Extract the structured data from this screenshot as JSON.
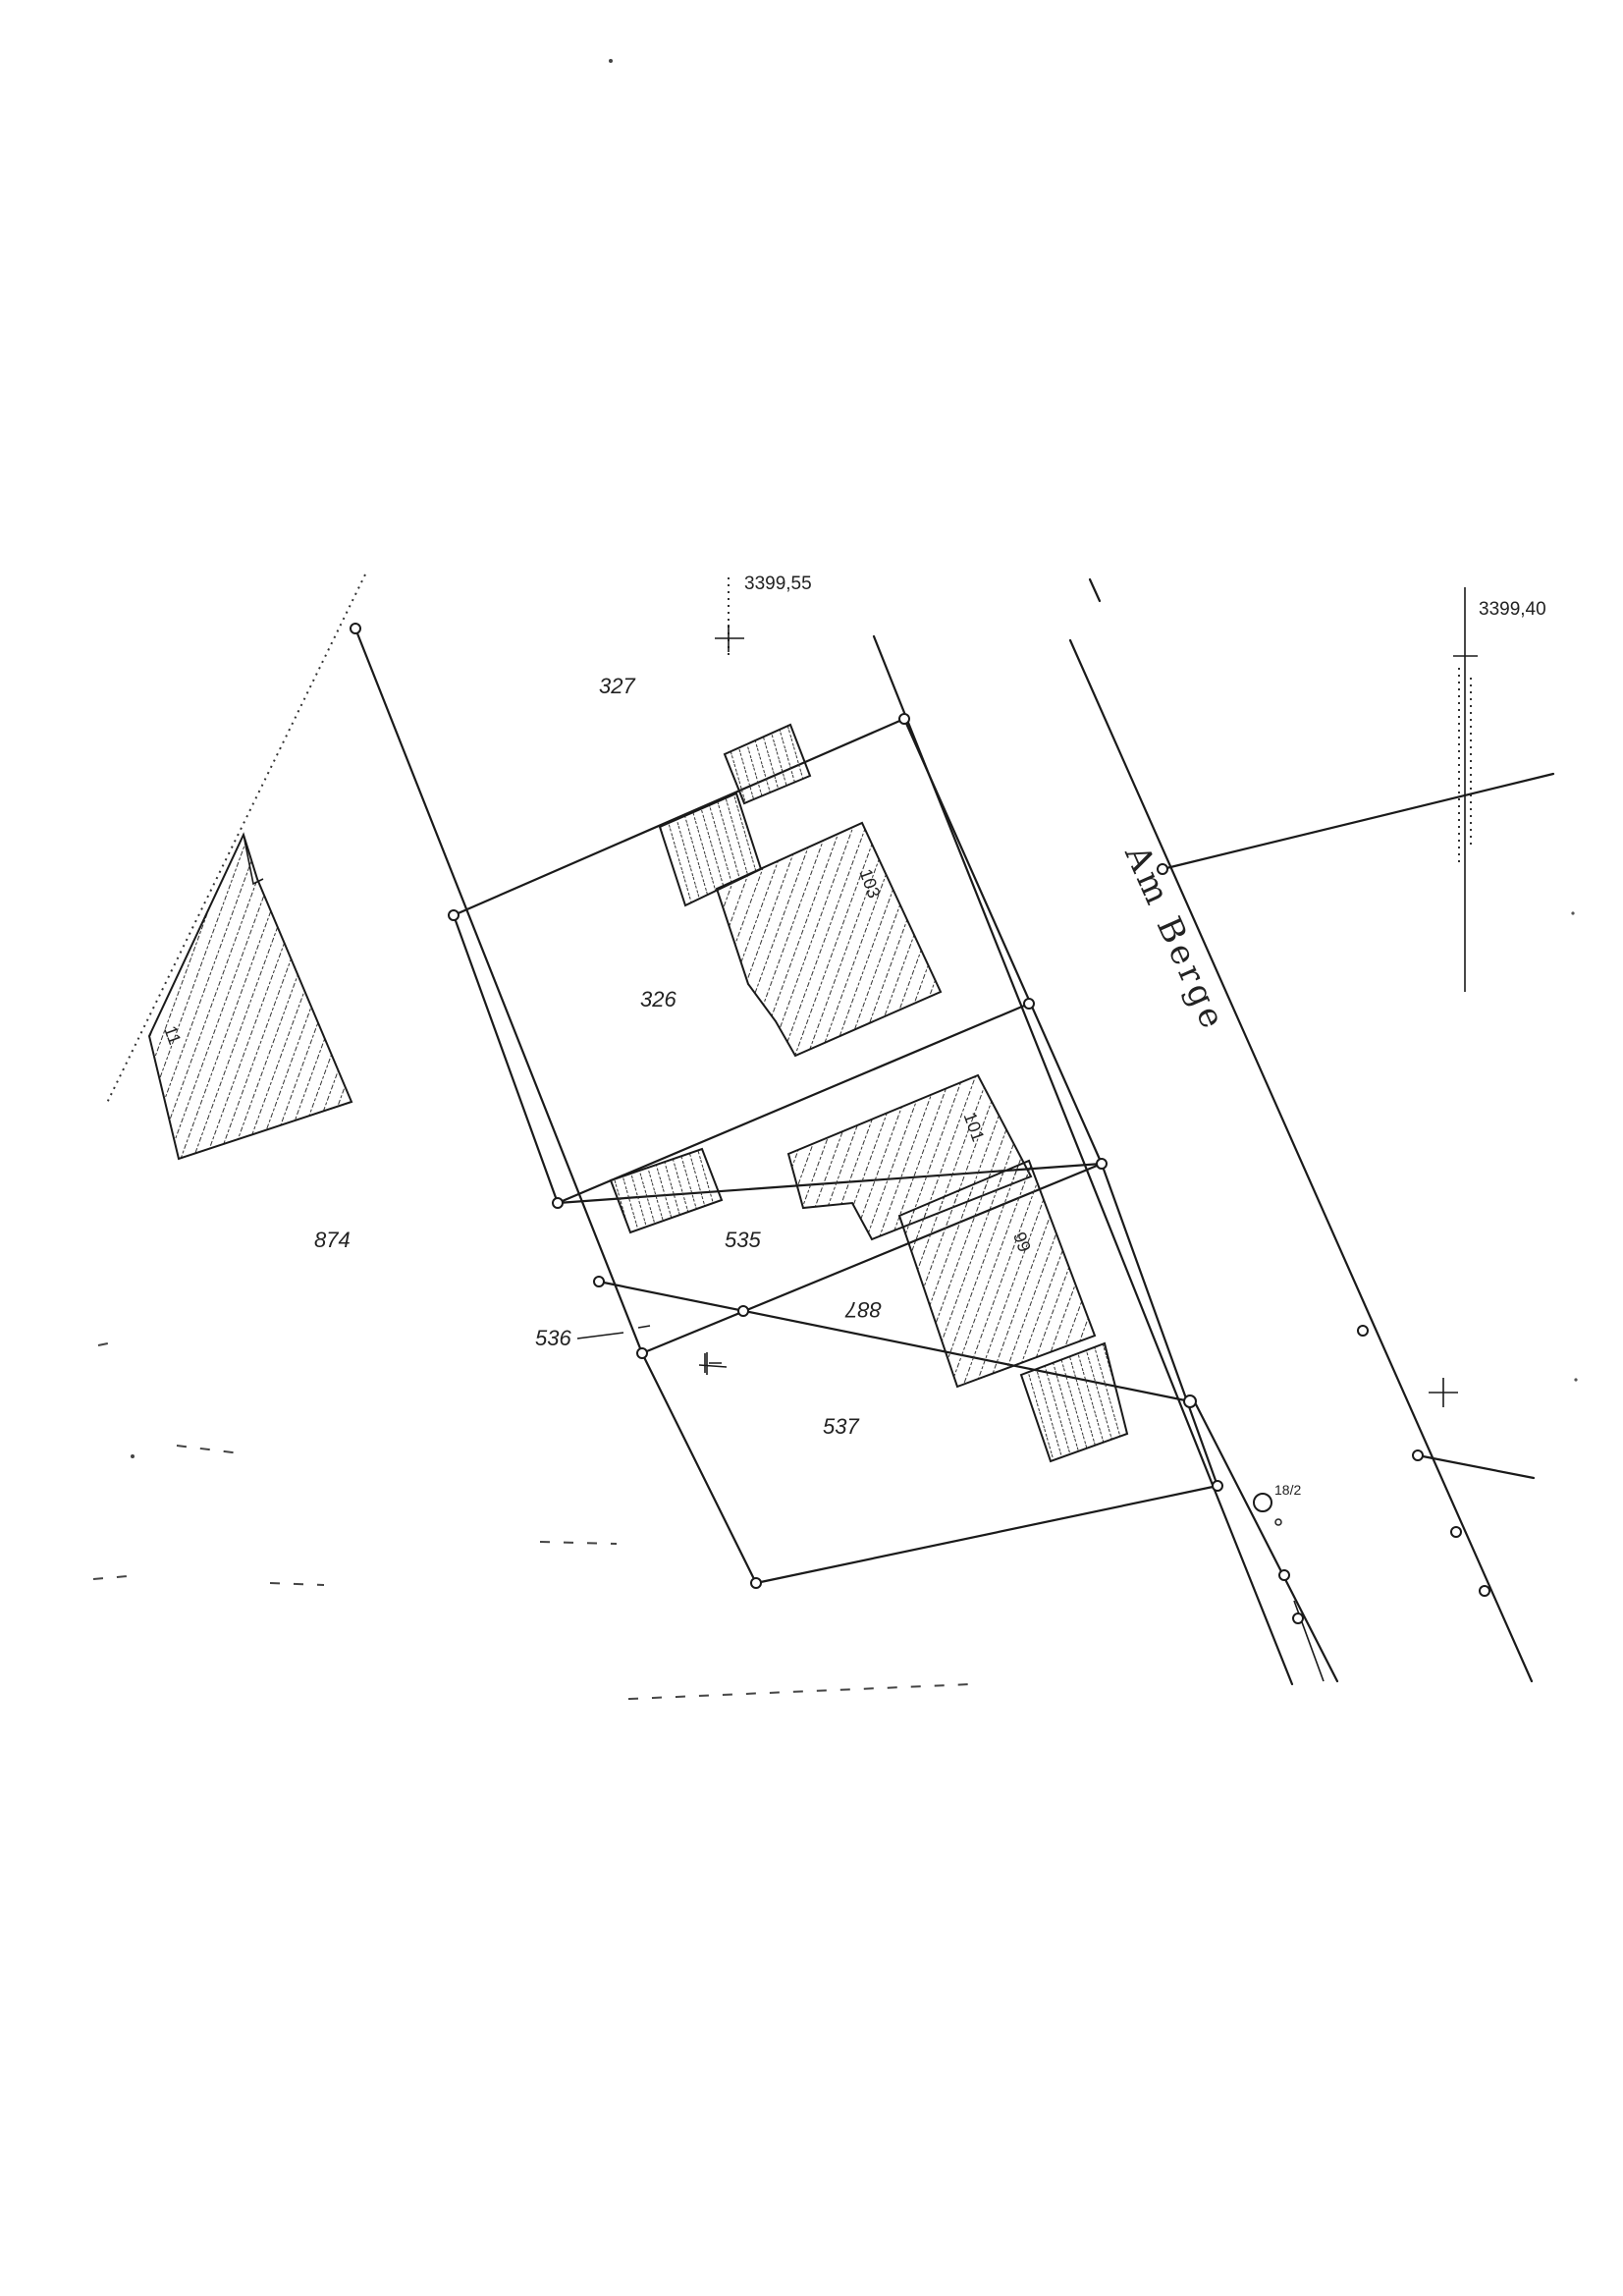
{
  "coordinates": {
    "top_center": "3399,55",
    "top_right": "3399,40"
  },
  "street_name": "Am Berge",
  "parcels": {
    "p327": "327",
    "p326": "326",
    "p535": "535",
    "p536": "536",
    "p537": "537",
    "p874": "874",
    "p887": "887"
  },
  "house_numbers": {
    "h103": "103",
    "h101": "101",
    "h99": "99",
    "h11": "11"
  },
  "point_marker": "18/2"
}
